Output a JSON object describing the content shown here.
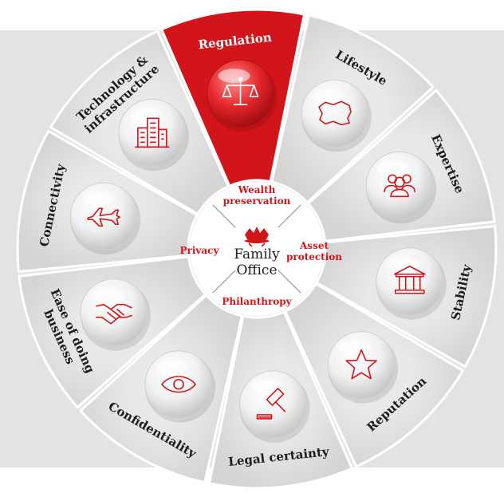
{
  "colors": {
    "accent": "#d1151b",
    "segment": "#dcdcdc",
    "segment_light": "#f2f2f2",
    "backdrop": "#e3e3e3",
    "text": "#1d1d1b",
    "center": "#ffffff"
  },
  "center": {
    "title_line1": "Family",
    "title_line2": "Office",
    "logo_icon": "coat-of-arms-icon",
    "items": [
      {
        "label_line1": "Wealth",
        "label_line2": "preservation"
      },
      {
        "label_line1": "Asset",
        "label_line2": "protection"
      },
      {
        "label_line1": "Philanthropy",
        "label_line2": ""
      },
      {
        "label_line1": "Privacy",
        "label_line2": ""
      }
    ]
  },
  "segments": [
    {
      "label_line1": "Regulation",
      "label_line2": "",
      "icon": "scales-icon",
      "highlighted": true
    },
    {
      "label_line1": "Lifestyle",
      "label_line2": "",
      "icon": "island-map-icon",
      "highlighted": false
    },
    {
      "label_line1": "Expertise",
      "label_line2": "",
      "icon": "people-group-icon",
      "highlighted": false
    },
    {
      "label_line1": "Stability",
      "label_line2": "",
      "icon": "bank-building-icon",
      "highlighted": false
    },
    {
      "label_line1": "Reputation",
      "label_line2": "",
      "icon": "star-icon",
      "highlighted": false
    },
    {
      "label_line1": "Legal certainty",
      "label_line2": "",
      "icon": "gavel-icon",
      "highlighted": false
    },
    {
      "label_line1": "Confidentiality",
      "label_line2": "",
      "icon": "eye-icon",
      "highlighted": false
    },
    {
      "label_line1": "Ease of doing",
      "label_line2": "business",
      "icon": "handshake-icon",
      "highlighted": false
    },
    {
      "label_line1": "Connectivity",
      "label_line2": "",
      "icon": "airplane-icon",
      "highlighted": false
    },
    {
      "label_line1": "Technology &",
      "label_line2": "infrastructure",
      "icon": "office-buildings-icon",
      "highlighted": false
    }
  ]
}
